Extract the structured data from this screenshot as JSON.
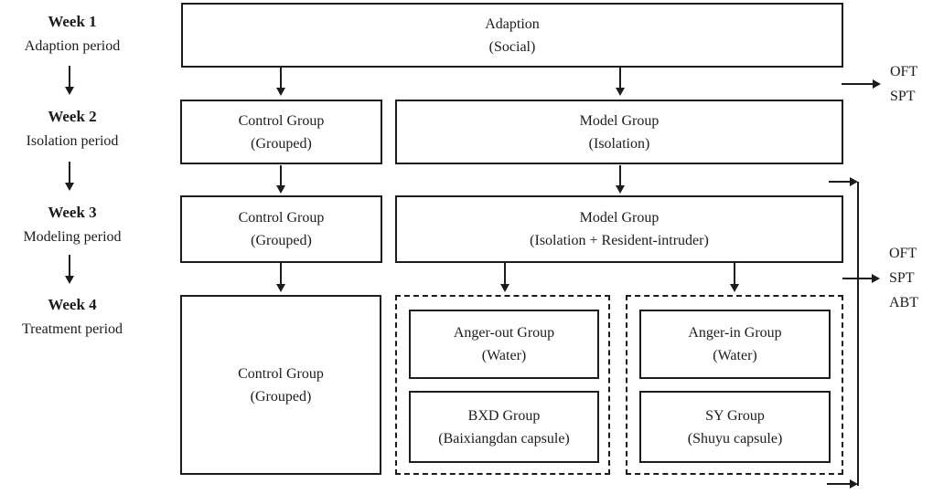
{
  "timeline": {
    "weeks": [
      {
        "title": "Week 1",
        "subtitle": "Adaption period"
      },
      {
        "title": "Week 2",
        "subtitle": "Isolation period"
      },
      {
        "title": "Week 3",
        "subtitle": "Modeling period"
      },
      {
        "title": "Week 4",
        "subtitle": "Treatment period"
      }
    ]
  },
  "boxes": {
    "adaption": {
      "line1": "Adaption",
      "line2": "(Social)"
    },
    "week2_control": {
      "line1": "Control Group",
      "line2": "(Grouped)"
    },
    "week2_model": {
      "line1": "Model Group",
      "line2": "(Isolation)"
    },
    "week3_control": {
      "line1": "Control Group",
      "line2": "(Grouped)"
    },
    "week3_model": {
      "line1": "Model Group",
      "line2": "(Isolation + Resident-intruder)"
    },
    "week4_control": {
      "line1": "Control Group",
      "line2": "(Grouped)"
    },
    "anger_out": {
      "line1": "Anger-out Group",
      "line2": "(Water)"
    },
    "bxd": {
      "line1": "BXD Group",
      "line2": "(Baixiangdan capsule)"
    },
    "anger_in": {
      "line1": "Anger-in Group",
      "line2": "(Water)"
    },
    "sy": {
      "line1": "SY Group",
      "line2": "(Shuyu capsule)"
    }
  },
  "tests": {
    "after_week1": [
      "OFT",
      "SPT"
    ],
    "after_treatment": [
      "OFT",
      "SPT",
      "ABT"
    ]
  },
  "colors": {
    "line": "#1c1c1c",
    "background": "#ffffff",
    "text": "#1c1c1c"
  }
}
